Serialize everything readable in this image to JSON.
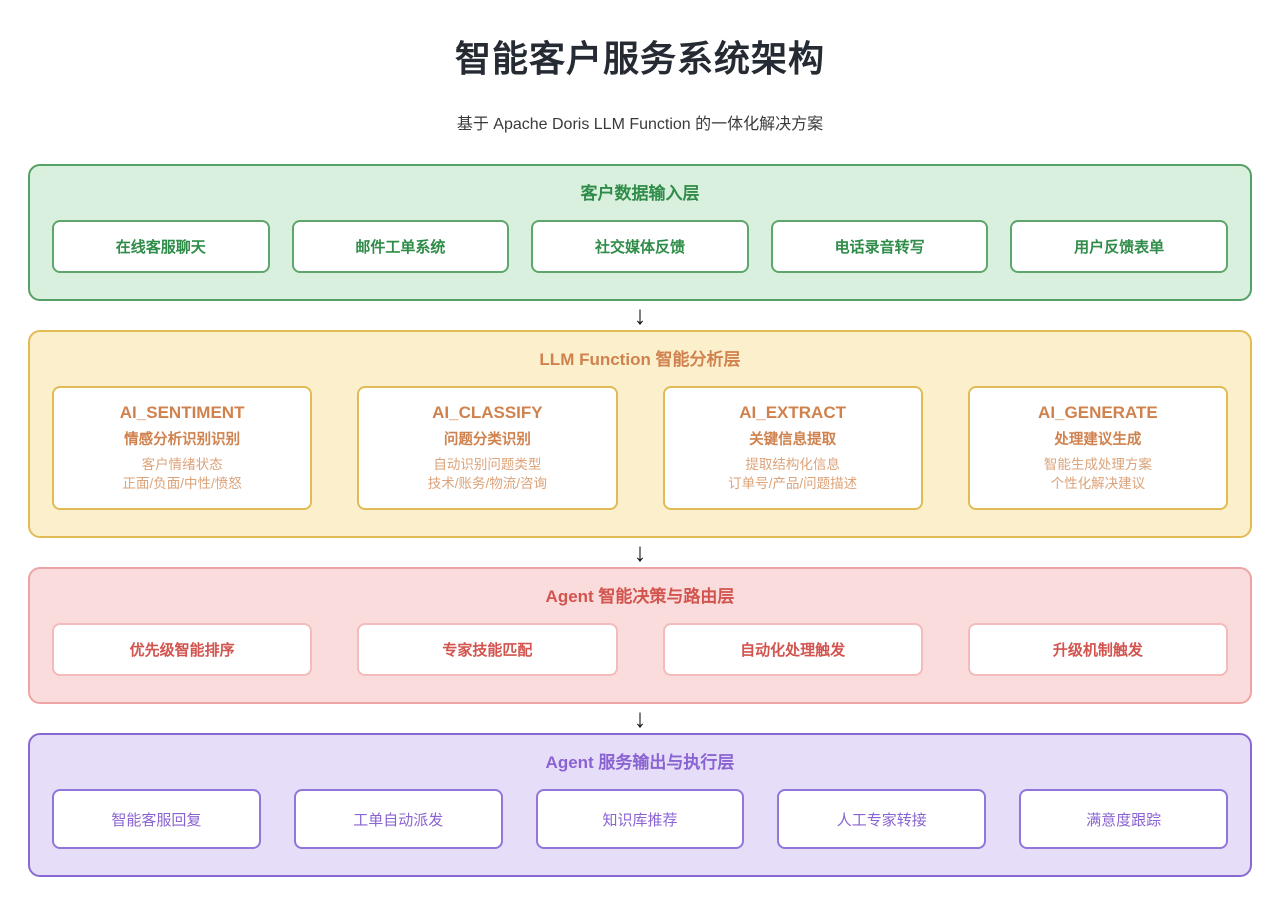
{
  "header": {
    "title": "智能客户服务系统架构",
    "subtitle": "基于 Apache Doris LLM Function 的一体化解决方案"
  },
  "arrow_glyph": "↓",
  "layers": [
    {
      "name": "customer-data-input",
      "title": "客户数据输入层",
      "colors": {
        "bg": "#daf0de",
        "border": "#55a065",
        "title": "#2f8c49",
        "box-border": "#5fa66e",
        "box-text": "#2f8c49"
      },
      "boxes": [
        {
          "label": "在线客服聊天"
        },
        {
          "label": "邮件工单系统"
        },
        {
          "label": "社交媒体反馈"
        },
        {
          "label": "电话录音转写"
        },
        {
          "label": "用户反馈表单"
        }
      ]
    },
    {
      "name": "llm-function-analysis",
      "title": "LLM Function 智能分析层",
      "colors": {
        "bg": "#fcf0cc",
        "border": "#e2bb56",
        "title": "#d0824e",
        "box-border": "#e2bb56",
        "box-text": "#d0824e",
        "box-subtext": "#dca37a"
      },
      "boxes": [
        {
          "fn": "AI_SENTIMENT",
          "title": "情感分析识别识别",
          "lines": [
            "客户情绪状态",
            "正面/负面/中性/愤怒"
          ]
        },
        {
          "fn": "AI_CLASSIFY",
          "title": "问题分类识别",
          "lines": [
            "自动识别问题类型",
            "技术/账务/物流/咨询"
          ]
        },
        {
          "fn": "AI_EXTRACT",
          "title": "关键信息提取",
          "lines": [
            "提取结构化信息",
            "订单号/产品/问题描述"
          ]
        },
        {
          "fn": "AI_GENERATE",
          "title": "处理建议生成",
          "lines": [
            "智能生成处理方案",
            "个性化解决建议"
          ]
        }
      ]
    },
    {
      "name": "agent-decision-routing",
      "title": "Agent 智能决策与路由层",
      "colors": {
        "bg": "#fbdcdc",
        "border": "#eda4a4",
        "title": "#d2544f",
        "box-border": "#f3bcbc",
        "box-text": "#d2544f"
      },
      "boxes": [
        {
          "label": "优先级智能排序"
        },
        {
          "label": "专家技能匹配"
        },
        {
          "label": "自动化处理触发"
        },
        {
          "label": "升级机制触发"
        }
      ]
    },
    {
      "name": "agent-service-output",
      "title": "Agent 服务输出与执行层",
      "colors": {
        "bg": "#e6def8",
        "border": "#8a68d4",
        "title": "#8a63d2",
        "box-border": "#9175d8",
        "box-text": "#8a63d2"
      },
      "boxes": [
        {
          "label": "智能客服回复"
        },
        {
          "label": "工单自动派发"
        },
        {
          "label": "知识库推荐"
        },
        {
          "label": "人工专家转接"
        },
        {
          "label": "满意度跟踪"
        }
      ]
    }
  ]
}
